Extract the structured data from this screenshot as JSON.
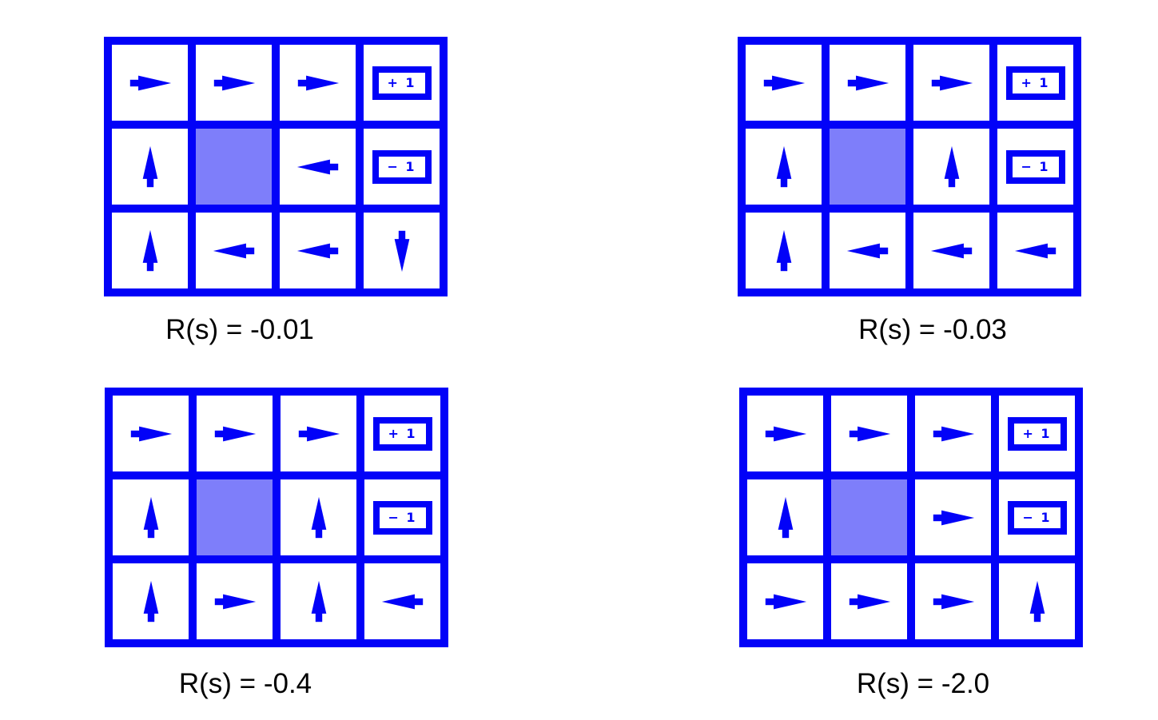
{
  "figure": {
    "description": "Gridworld optimal policies for different state rewards",
    "colors": {
      "grid_blue": "#0202F8",
      "wall_fill": "#7E7EFA",
      "caption_text": "#000000",
      "background": "#FFFFFF"
    },
    "terminal_labels": {
      "plus1": "+ 1",
      "minus1": "− 1"
    },
    "panels": [
      {
        "id": "top-left",
        "caption": "R(s) = -0.01",
        "reward": -0.01,
        "rows": [
          [
            "right",
            "right",
            "right",
            "plus1"
          ],
          [
            "up",
            "wall",
            "left",
            "minus1"
          ],
          [
            "up",
            "left",
            "left",
            "down"
          ]
        ]
      },
      {
        "id": "top-right",
        "caption": "R(s) = -0.03",
        "reward": -0.03,
        "rows": [
          [
            "right",
            "right",
            "right",
            "plus1"
          ],
          [
            "up",
            "wall",
            "up",
            "minus1"
          ],
          [
            "up",
            "left",
            "left",
            "left"
          ]
        ]
      },
      {
        "id": "bottom-left",
        "caption": "R(s) = -0.4",
        "reward": -0.4,
        "rows": [
          [
            "right",
            "right",
            "right",
            "plus1"
          ],
          [
            "up",
            "wall",
            "up",
            "minus1"
          ],
          [
            "up",
            "right",
            "up",
            "left"
          ]
        ]
      },
      {
        "id": "bottom-right",
        "caption": "R(s) = -2.0",
        "reward": -2.0,
        "rows": [
          [
            "right",
            "right",
            "right",
            "plus1"
          ],
          [
            "up",
            "wall",
            "right",
            "minus1"
          ],
          [
            "right",
            "right",
            "right",
            "up"
          ]
        ]
      }
    ]
  }
}
